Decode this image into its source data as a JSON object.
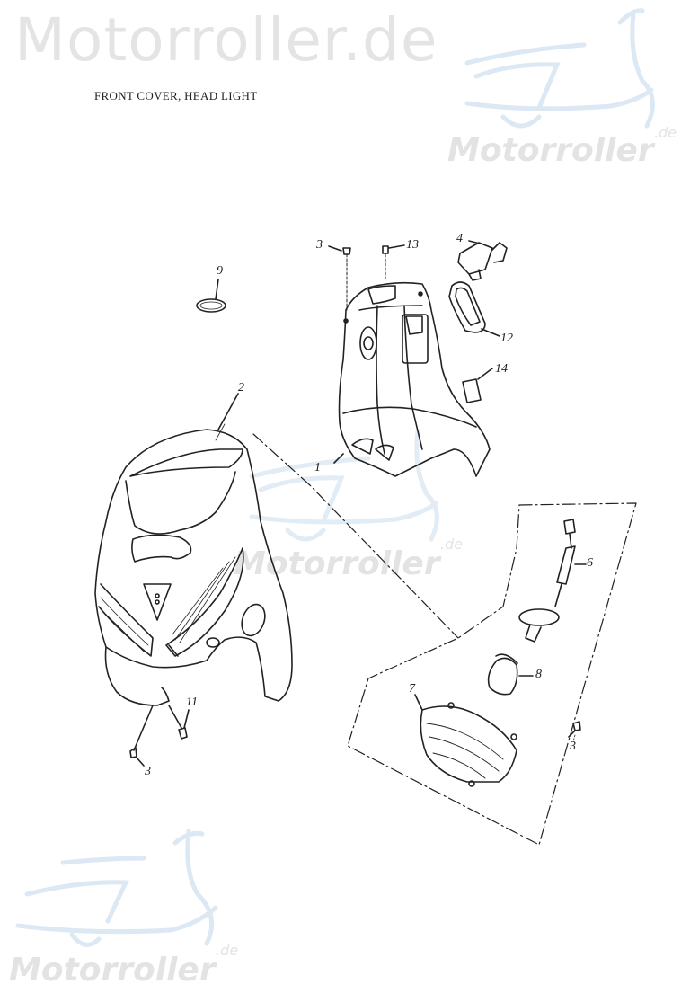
{
  "watermarks": {
    "top_left_text": "Motorroller.de",
    "top_right_logo_text": "Motorroller",
    "top_right_logo_suffix": ".de",
    "center_logo_text": "Motorroller",
    "center_logo_suffix": ".de",
    "bottom_left_logo_text": "Motorroller",
    "bottom_left_logo_suffix": ".de",
    "logo_color": "#dce8f3",
    "text_color": "#e3e3e3"
  },
  "diagram": {
    "title": "FRONT COVER, HEAD LIGHT",
    "line_color": "#222222",
    "callouts": [
      {
        "id": "c1",
        "label": "1",
        "part": "inner front cover"
      },
      {
        "id": "c2",
        "label": "2",
        "part": "front cover"
      },
      {
        "id": "c3a",
        "label": "3",
        "part": "screw (top)"
      },
      {
        "id": "c3b",
        "label": "3",
        "part": "screw (bottom left)"
      },
      {
        "id": "c3c",
        "label": "3",
        "part": "screw (headlight)"
      },
      {
        "id": "c4",
        "label": "4",
        "part": "ignition switch / lock"
      },
      {
        "id": "c6",
        "label": "6",
        "part": "bulb socket with wire"
      },
      {
        "id": "c7",
        "label": "7",
        "part": "headlight assembly"
      },
      {
        "id": "c8",
        "label": "8",
        "part": "bulb"
      },
      {
        "id": "c9",
        "label": "9",
        "part": "emblem"
      },
      {
        "id": "c11",
        "label": "11",
        "part": "nut clip"
      },
      {
        "id": "c12",
        "label": "12",
        "part": "lock cover frame"
      },
      {
        "id": "c13",
        "label": "13",
        "part": "bolt"
      },
      {
        "id": "c14",
        "label": "14",
        "part": "cap"
      }
    ]
  }
}
